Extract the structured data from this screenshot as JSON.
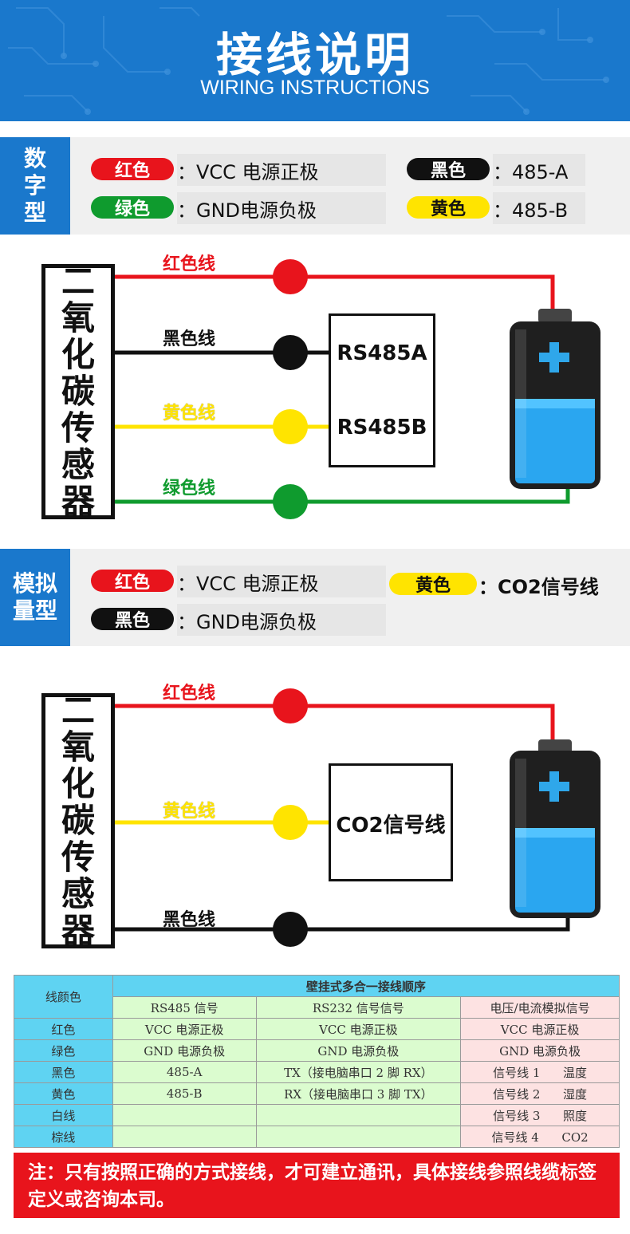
{
  "header": {
    "title": "接线说明",
    "subtitle": "WIRING INSTRUCTIONS"
  },
  "digital": {
    "tag": "数字型",
    "legend": [
      {
        "color": "红色",
        "desc": "：VCC 电源正极"
      },
      {
        "color": "绿色",
        "desc": "：GND电源负极"
      },
      {
        "color": "黑色",
        "desc": "：485-A"
      },
      {
        "color": "黄色",
        "desc": "：485-B"
      }
    ]
  },
  "analog": {
    "tag": "模拟量型",
    "legend": [
      {
        "color": "红色",
        "desc": "：VCC 电源正极"
      },
      {
        "color": "黑色",
        "desc": "：GND电源负极"
      },
      {
        "color": "黄色",
        "desc": "：CO2信号线"
      }
    ]
  },
  "diagram1": {
    "sensor": "二氧化碳传感器",
    "wires": [
      "红色线",
      "黑色线",
      "黄色线",
      "绿色线"
    ],
    "box": [
      "RS485A",
      "RS485B"
    ]
  },
  "diagram2": {
    "sensor": "二氧化碳传感器",
    "wires": [
      "红色线",
      "黄色线",
      "黑色线"
    ],
    "box": "CO2信号线"
  },
  "colors": {
    "red": "#e8141c",
    "black": "#111111",
    "yellow": "#ffe400",
    "green": "#0f9b2e",
    "blue": "#1a78cc"
  },
  "table": {
    "title": "壁挂式多合一接线顺序",
    "corner": "线颜色",
    "columns": [
      "RS485 信号",
      "RS232 信号信号",
      "电压/电流模拟信号"
    ],
    "rows": [
      {
        "color": "红色",
        "cells": [
          "VCC  电源正极",
          "VCC  电源正极",
          "VCC  电源正极"
        ]
      },
      {
        "color": "绿色",
        "cells": [
          "GND 电源负极",
          "GND 电源负极",
          "GND 电源负极"
        ]
      },
      {
        "color": "黑色",
        "cells": [
          "485-A",
          "TX（接电脑串口 2 脚 RX）",
          "信号线 1      温度"
        ]
      },
      {
        "color": "黄色",
        "cells": [
          "485-B",
          "RX（接电脑串口 3 脚 TX）",
          "信号线 2      湿度"
        ]
      },
      {
        "color": "白线",
        "cells": [
          "",
          "",
          "信号线 3      照度"
        ]
      },
      {
        "color": "棕线",
        "cells": [
          "",
          "",
          "信号线 4      CO2"
        ]
      }
    ]
  },
  "note": "注：只有按照正确的方式接线，才可建立通讯，具体接线参照线缆标签定义或咨询本司。"
}
